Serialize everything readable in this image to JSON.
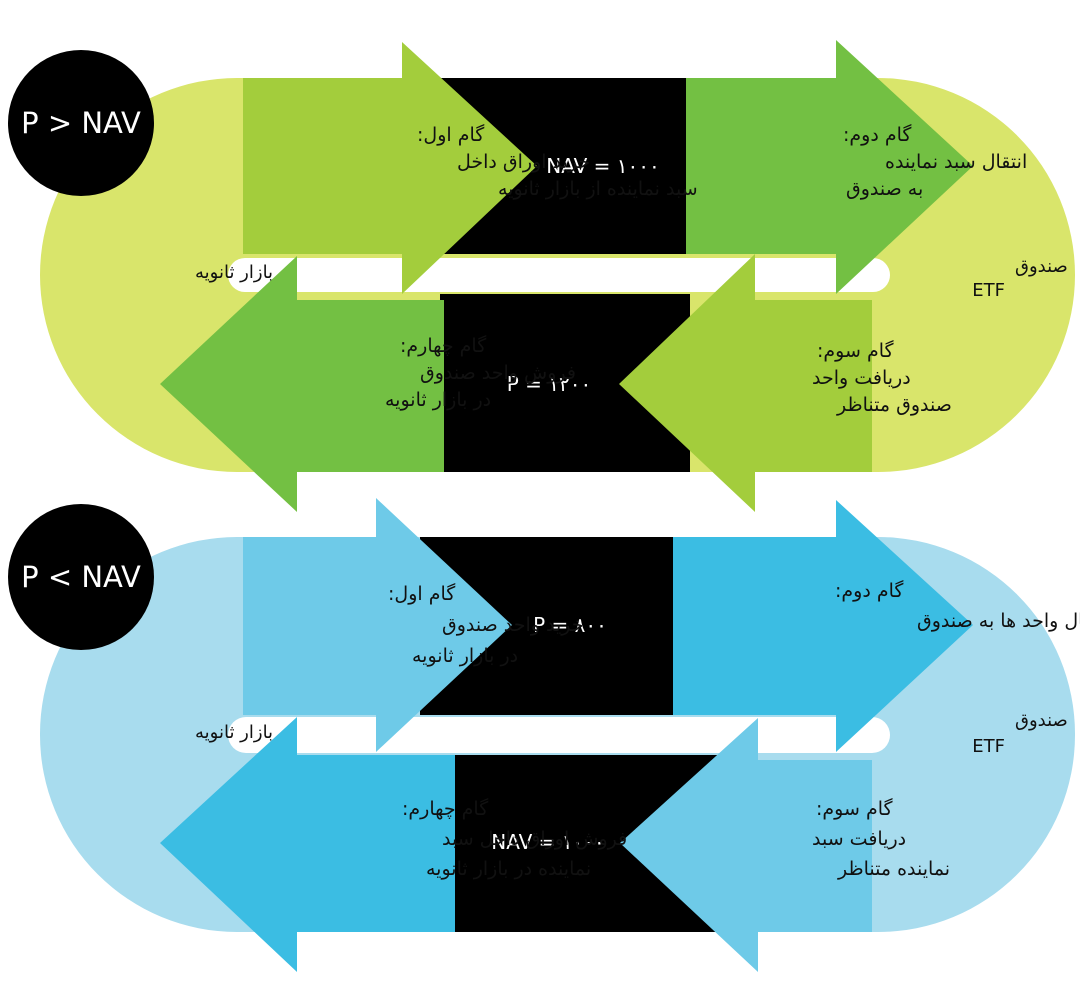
{
  "top": {
    "badge": "P > NAV",
    "colors": {
      "track": "#d9e56b",
      "light_arrow": "#a3cd3c",
      "dark_arrow": "#73c043",
      "center": "#000000"
    },
    "left_label": "بازار ثانویه",
    "right_label": [
      "صندوق",
      "ETF"
    ],
    "center_top": "NAV = ۱۰۰۰",
    "center_bottom": "P = ۱۲۰۰",
    "step1": [
      "گام اول:",
      "خرید اوراق داخل",
      "سبد نماینده از بازار ثانویه"
    ],
    "step2": [
      "گام دوم:",
      "انتقال سبد نماینده",
      "به صندوق"
    ],
    "step3": [
      "گام سوم:",
      "دریافت واحد",
      "صندوق متناظر"
    ],
    "step4": [
      "گام چهارم:",
      "فروش واحد صندوق",
      "در بازار ثانویه"
    ]
  },
  "bottom": {
    "badge": "P < NAV",
    "colors": {
      "track": "#a8dcee",
      "light_arrow": "#6ecae8",
      "dark_arrow": "#3bbde3",
      "center": "#000000"
    },
    "left_label": "بازار ثانویه",
    "right_label": [
      "صندوق",
      "ETF"
    ],
    "center_top": "P = ۸۰۰",
    "center_bottom": "NAV = ۱۰۰۰",
    "step1": [
      "گام اول:",
      "خرید واحد صندوق",
      "در بازار ثانویه"
    ],
    "step2": [
      "گام دوم:",
      "انتقال واحد ها به صندوق"
    ],
    "step3": [
      "گام سوم:",
      "دریافت سبد",
      "نماینده متناظر"
    ],
    "step4": [
      "گام چهارم:",
      "فروش اوراق داخل سبد",
      "نماینده در بازار ثانویه"
    ]
  }
}
